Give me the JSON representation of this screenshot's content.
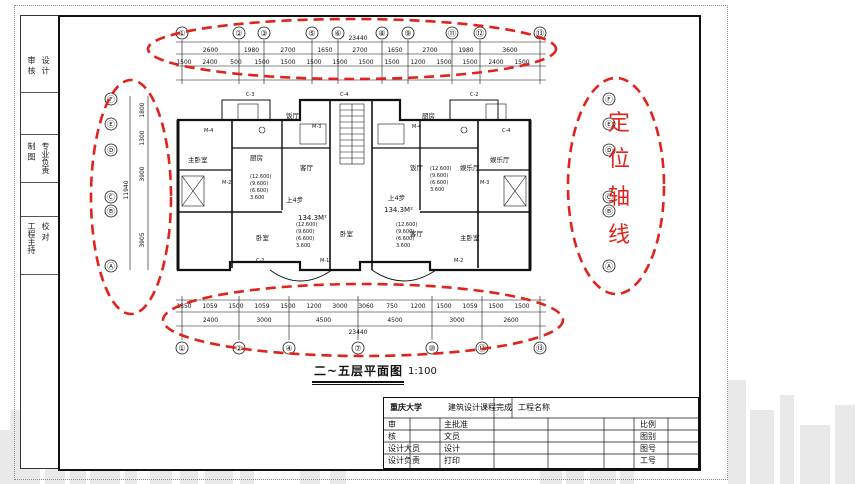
{
  "colors": {
    "annotation": "#e0231c",
    "line": "#111111",
    "bg": "#ffffff"
  },
  "drawing": {
    "title": "二~五层平面图",
    "scale": "1:100",
    "top_axes": [
      "①",
      "②",
      "③",
      "⑤",
      "⑥",
      "⑧",
      "⑨",
      "⑪",
      "⑫",
      "⑬"
    ],
    "bottom_axes": [
      "①",
      "②",
      "④",
      "⑦",
      "⑩",
      "⑫",
      "⑬"
    ],
    "left_axes": [
      "Ⓕ",
      "Ⓔ",
      "Ⓓ",
      "Ⓒ",
      "Ⓑ",
      "Ⓐ"
    ],
    "right_axes": [
      "Ⓕ",
      "Ⓔ",
      "Ⓓ",
      "Ⓒ",
      "Ⓑ",
      "Ⓐ"
    ],
    "top_total": "23440",
    "top_row1": [
      "2600",
      "1980",
      "2700",
      "1650",
      "2700",
      "1650",
      "2700",
      "1980",
      "3600"
    ],
    "top_row2": [
      "1500",
      "2400",
      "500",
      "1500",
      "1500",
      "1500",
      "1500",
      "1500",
      "1500",
      "1200",
      "1500",
      "1500",
      "2400",
      "1500"
    ],
    "bottom_total": "23440",
    "bottom_row1": [
      "2400",
      "3000",
      "4500",
      "4500",
      "3000",
      "2600"
    ],
    "bottom_row2": [
      "1350",
      "1059",
      "1500",
      "1059",
      "1500",
      "1200",
      "3000",
      "3060",
      "750",
      "1200",
      "1500",
      "1059",
      "1500",
      "1500"
    ],
    "left_dims": [
      "1800",
      "1300",
      "3900",
      "11940",
      "3905"
    ],
    "rooms": [
      "主卧室",
      "卧室",
      "卧室",
      "客厅",
      "客厅",
      "饭厅",
      "饭厅",
      "厨房",
      "厨房",
      "娱乐厅",
      "娱乐厅",
      "主卧室",
      "卧室",
      "卧室"
    ],
    "area_left": "134.3M²",
    "area_right": "134.3M²",
    "grade_labels": [
      "(12.600)",
      "(9.600)",
      "(6.600)",
      "3.600"
    ],
    "tags": [
      "M-4",
      "M-3",
      "M-2",
      "C-2",
      "C-4",
      "C-3",
      "M-1"
    ],
    "stair_note": "上4步"
  },
  "strip_text": [
    "审 核",
    "设 计",
    "制 图",
    "专业负责",
    "工程主持",
    "校 对"
  ],
  "title_block": {
    "school": "重庆大学",
    "project": "建筑设计课程完成",
    "drawing_name": "工程名称",
    "rows": [
      {
        "role": "审",
        "name": "主批准"
      },
      {
        "role": "核",
        "name": "文员"
      },
      {
        "role": "设计大员",
        "name": "设计"
      },
      {
        "role": "设计负责",
        "name": "打印"
      }
    ],
    "right": [
      {
        "label": "比例",
        "value": ""
      },
      {
        "label": "图别",
        "value": ""
      },
      {
        "label": "图号",
        "value": ""
      },
      {
        "label": "工号",
        "value": ""
      }
    ]
  },
  "annotation": {
    "text_chars": [
      "定",
      "位",
      "轴",
      "线"
    ]
  }
}
